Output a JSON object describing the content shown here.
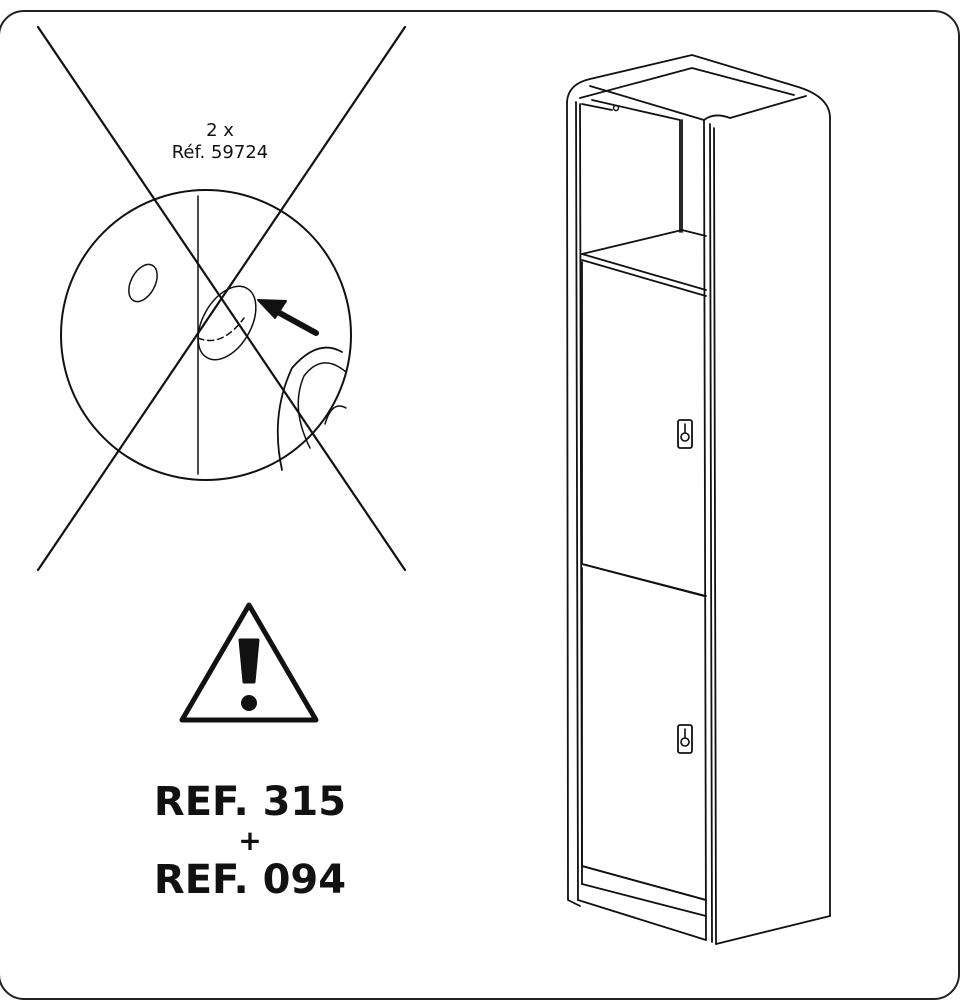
{
  "detail": {
    "quantity": "2 x",
    "reference": "Réf. 59724"
  },
  "references": {
    "first": "REF. 315",
    "joiner": "+",
    "second": "REF. 094"
  }
}
